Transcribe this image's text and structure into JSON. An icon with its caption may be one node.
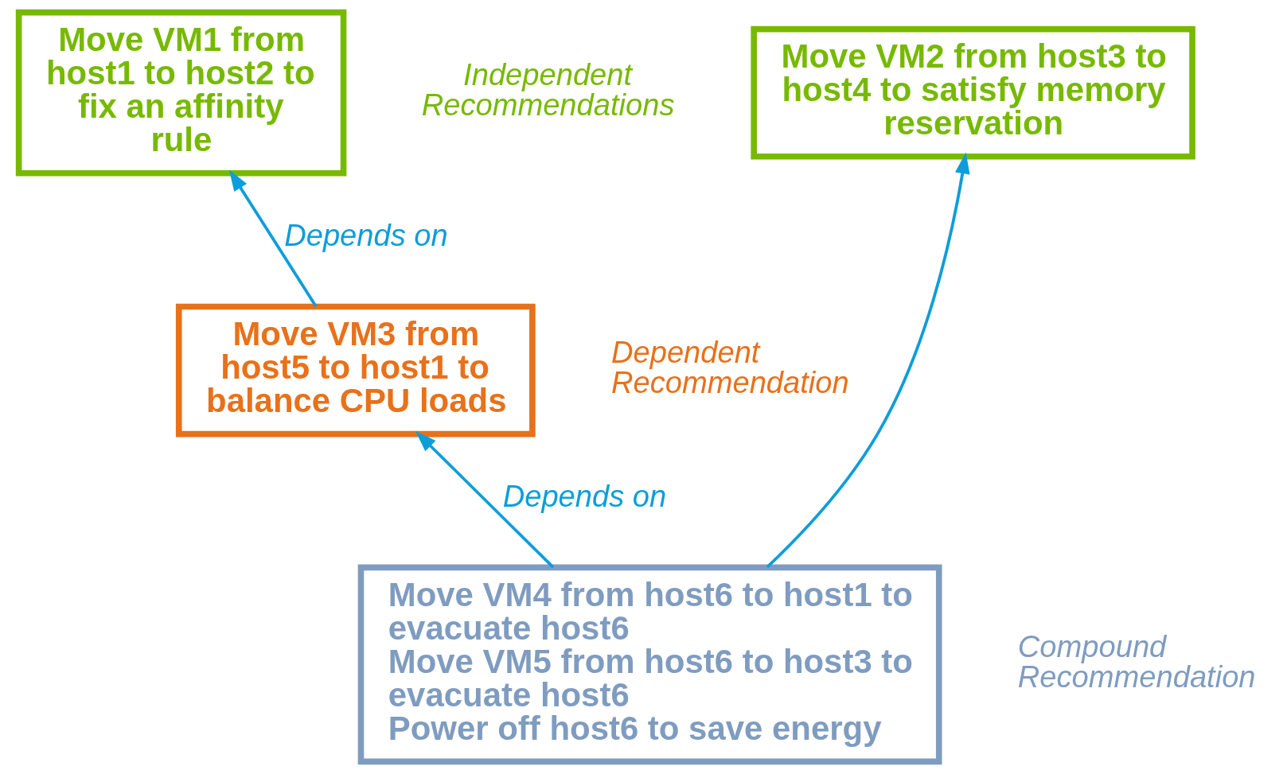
{
  "diagram": {
    "nodes": [
      {
        "text": [
          "Move VM1 from host1 to host2 to fix an affinity rule"
        ]
      },
      {
        "text": [
          "Move VM2 from host3 to host4 to satisfy memory reservation"
        ]
      },
      {
        "text": [
          "Move VM3 from host5 to host1 to balance CPU loads"
        ],
        "beside": [
          "Dependent Recommendation"
        ]
      },
      {
        "text": [
          "Move VM4 from host6 to host1 to evacuate host6",
          "Move VM5 from host6 to host3 to evacuate host6",
          "Power off host6 to save energy"
        ],
        "beside": [
          "Compound Recommendation"
        ]
      }
    ],
    "edges": [
      {
        "from": 2,
        "to": 0,
        "arrow": "to",
        "label": "Depends on"
      },
      {
        "from": 3,
        "to": 2,
        "arrow": "to",
        "label": "Depends on"
      },
      {
        "from": 3,
        "to": 1,
        "arrow": "to"
      }
    ],
    "labels": [
      "Independent Recommendations"
    ]
  }
}
